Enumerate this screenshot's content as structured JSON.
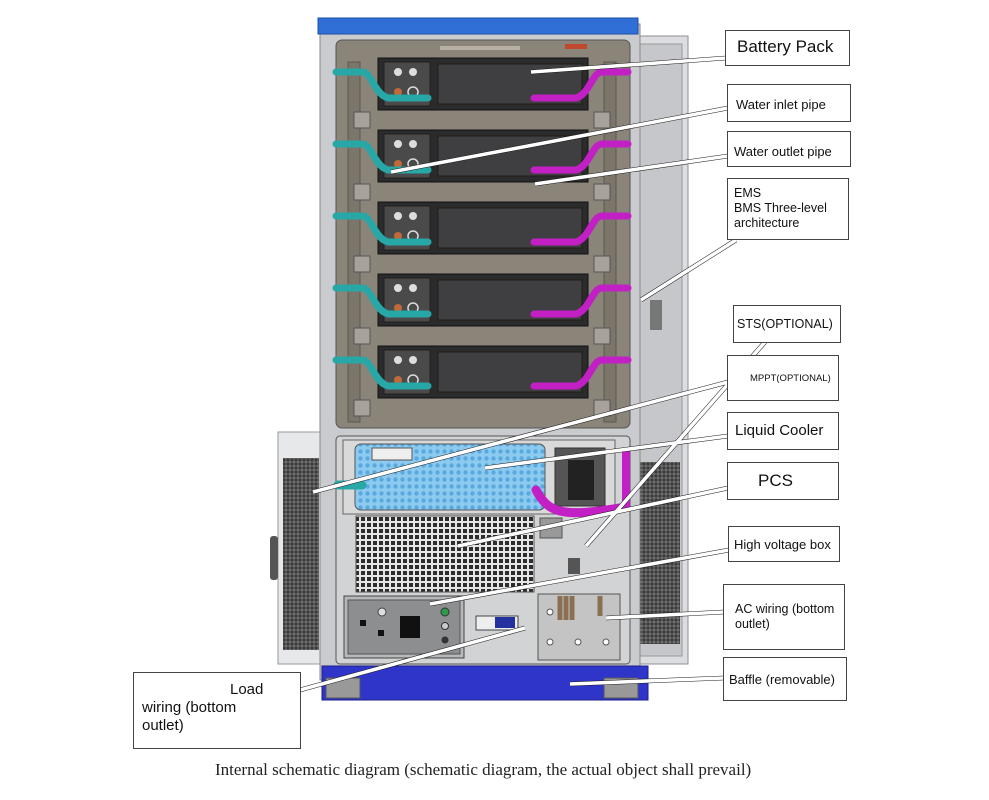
{
  "diagram": {
    "title": "Energy storage cabinet internal schematic",
    "caption": "Internal schematic diagram (schematic diagram, the actual object shall prevail)",
    "battery_module_count": 5,
    "colors": {
      "cabinet_frame": "#c9cbcf",
      "interior": "#8a8479",
      "battery": "#3f3f41",
      "inlet_pipe": "#27a7a6",
      "outlet_pipe": "#c21fc5",
      "top_cap": "#2f6fd6",
      "baffle": "#2f35c9",
      "liquid_cooler": "#86c3ea",
      "leader_line": "#ffffff"
    },
    "labels": {
      "battery_pack": "Battery Pack",
      "water_inlet_pipe": "Water inlet pipe",
      "water_outlet_pipe": "Water outlet pipe",
      "ems_line1": "EMS",
      "ems_line2": "BMS Three-level",
      "ems_line3": "architecture",
      "sts": "STS(OPTIONAL)",
      "mppt": "MPPT(OPTIONAL)",
      "liquid_cooler": "Liquid Cooler",
      "pcs": "PCS",
      "high_voltage_box": "High voltage box",
      "ac_wiring_line1": "AC wiring (bottom",
      "ac_wiring_line2": "outlet)",
      "baffle": "Baffle (removable)",
      "load_wiring_line1": "Load",
      "load_wiring_line2": "wiring (bottom",
      "load_wiring_line3": "outlet)"
    }
  }
}
